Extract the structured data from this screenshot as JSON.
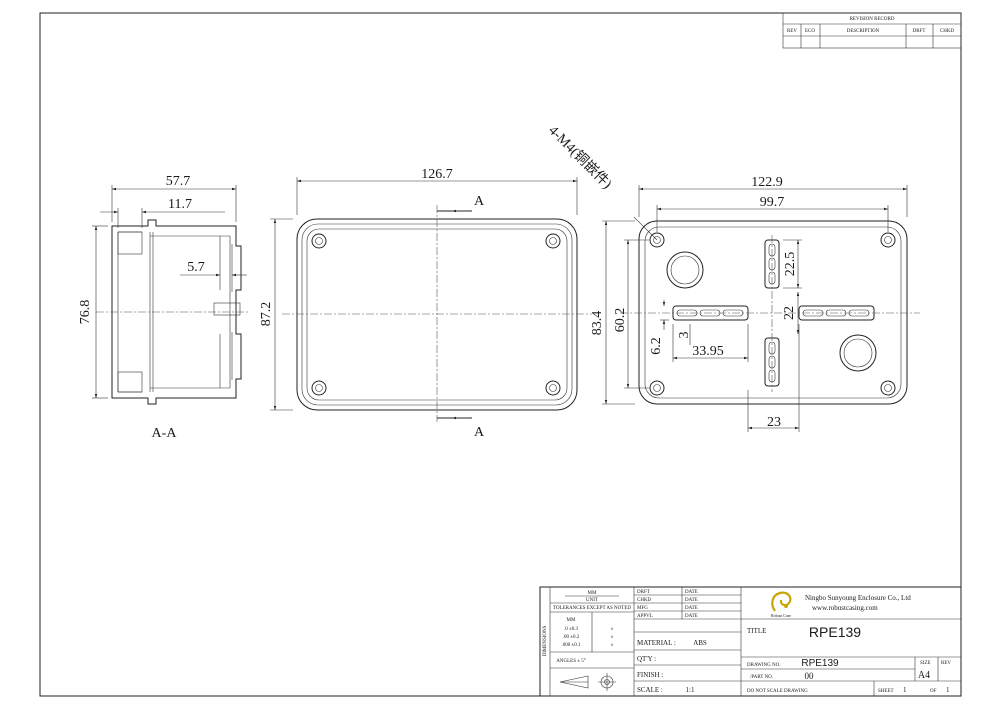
{
  "revision_block": {
    "title": "REVISION RECORD",
    "columns": [
      "REV",
      "ECO",
      "DESCRIPTION",
      "DRFT",
      "CHKD"
    ]
  },
  "views": {
    "section": {
      "label": "A-A",
      "dims": {
        "width": "57.7",
        "wall": "11.7",
        "step": "5.7",
        "height": "76.8"
      }
    },
    "top": {
      "section_marker": "A",
      "dims": {
        "length": "126.7",
        "width": "87.2"
      }
    },
    "bottom": {
      "callout": "4-M4(铜嵌件)",
      "dims": {
        "length": "122.9",
        "pitch_x": "99.7",
        "height": "83.4",
        "pitch_y": "60.2",
        "slot_len": "22.5",
        "slot_gap": "22",
        "slot_w": "3",
        "slot_off": "6.2",
        "slot_pos": "33.95",
        "slot_x": "23"
      }
    }
  },
  "title_block": {
    "units_line1": "MM",
    "units_line2": "UNIT",
    "tolerance_title": "TOLERANCES EXCEPT AS NOTED",
    "tol_unit": "MM",
    "tolerances": [
      ".0 ±0.3",
      ".00 ±0.2",
      ".000 ±0.1"
    ],
    "angles": "ANGLES ± 5°",
    "side_label": "DIMENSIONS",
    "sign_rows": [
      "DRFT",
      "CHKD",
      "MFG",
      "APPVL"
    ],
    "date_label": "DATE",
    "material_label": "MATERIAL :",
    "material_value": "ABS",
    "qty_label": "QT'Y :",
    "finish_label": "FINISH :",
    "scale_label": "SCALE :",
    "scale_value": "1:1",
    "logo_text": "Robust Case",
    "company": "Ningbo Sunyoung Enclosure Co., Ltd",
    "website": "www.robustcasing.com",
    "title_label": "TITLE",
    "title_value": "RPE139",
    "drawing_no_label": "DRAWING NO.",
    "drawing_no_value": "RPE139",
    "part_no_label": "/PART NO.",
    "part_no_value": "00",
    "size_label": "SIZE",
    "size_value": "A4",
    "rev_label": "REV",
    "do_not_scale": "DO NOT SCALE DRAWING",
    "sheet_label": "SHEET",
    "sheet_value": "1",
    "of_label": "OF",
    "of_value": "1"
  }
}
